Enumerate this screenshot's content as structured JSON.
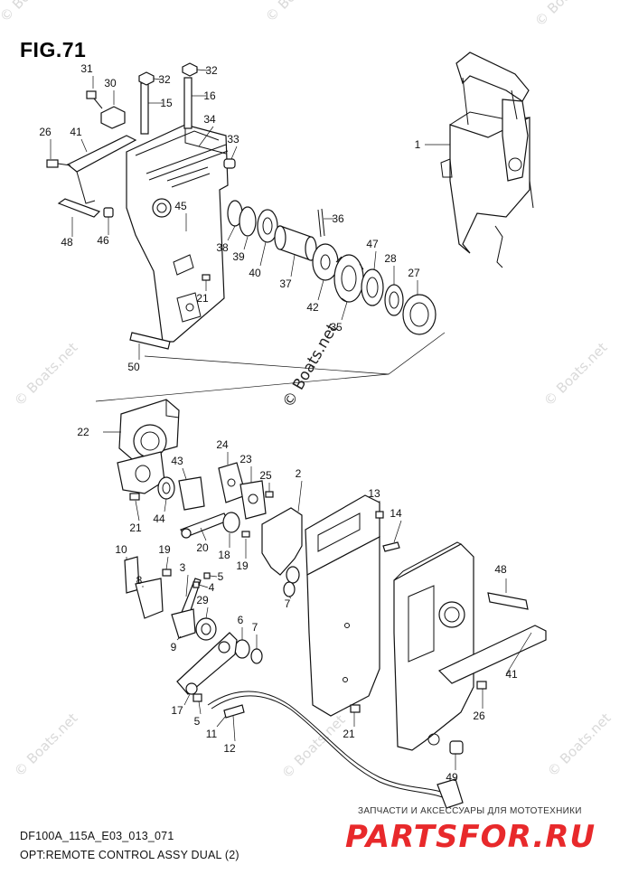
{
  "figure": {
    "title": "FIG.71",
    "code": "DF100A_115A_E03_013_071",
    "caption": "OPT:REMOTE CONTROL ASSY DUAL (2)"
  },
  "shop": {
    "tagline": "ЗАПЧАСТИ И АКСЕССУАРЫ ДЛЯ МОТОТЕХНИКИ",
    "logo": "PARTSFOR.RU"
  },
  "watermark": "© Boats.net",
  "callouts": [
    {
      "label": "31"
    },
    {
      "label": "30"
    },
    {
      "label": "32"
    },
    {
      "label": "32"
    },
    {
      "label": "15"
    },
    {
      "label": "16"
    },
    {
      "label": "26"
    },
    {
      "label": "41"
    },
    {
      "label": "34"
    },
    {
      "label": "33"
    },
    {
      "label": "1"
    },
    {
      "label": "45"
    },
    {
      "label": "48"
    },
    {
      "label": "46"
    },
    {
      "label": "36"
    },
    {
      "label": "38"
    },
    {
      "label": "39"
    },
    {
      "label": "40"
    },
    {
      "label": "37"
    },
    {
      "label": "47"
    },
    {
      "label": "28"
    },
    {
      "label": "27"
    },
    {
      "label": "21"
    },
    {
      "label": "42"
    },
    {
      "label": "35"
    },
    {
      "label": "50"
    },
    {
      "label": "22"
    },
    {
      "label": "24"
    },
    {
      "label": "23"
    },
    {
      "label": "25"
    },
    {
      "label": "2"
    },
    {
      "label": "43"
    },
    {
      "label": "13"
    },
    {
      "label": "14"
    },
    {
      "label": "21"
    },
    {
      "label": "44"
    },
    {
      "label": "20"
    },
    {
      "label": "18"
    },
    {
      "label": "19"
    },
    {
      "label": "10"
    },
    {
      "label": "19"
    },
    {
      "label": "8"
    },
    {
      "label": "3"
    },
    {
      "label": "5"
    },
    {
      "label": "4"
    },
    {
      "label": "48"
    },
    {
      "label": "29"
    },
    {
      "label": "7"
    },
    {
      "label": "9"
    },
    {
      "label": "6"
    },
    {
      "label": "7"
    },
    {
      "label": "41"
    },
    {
      "label": "17"
    },
    {
      "label": "26"
    },
    {
      "label": "5"
    },
    {
      "label": "11"
    },
    {
      "label": "21"
    },
    {
      "label": "12"
    },
    {
      "label": "49"
    }
  ]
}
